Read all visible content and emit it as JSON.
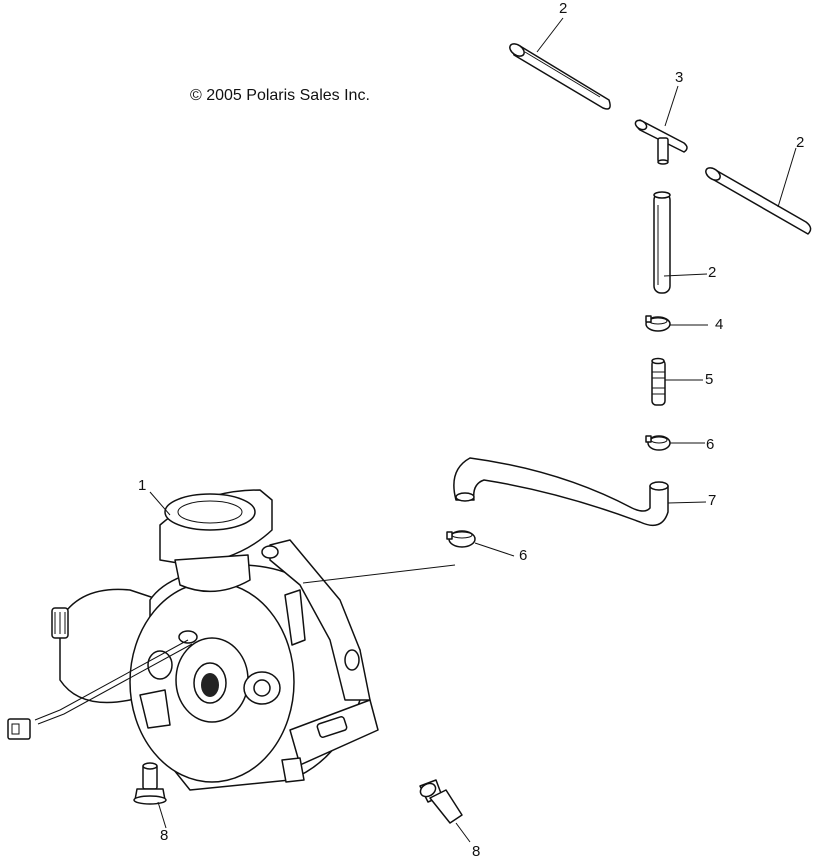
{
  "copyright": "© 2005 Polaris Sales Inc.",
  "callouts": {
    "c1": "1",
    "c2a": "2",
    "c2b": "2",
    "c2c": "2",
    "c3": "3",
    "c4": "4",
    "c5": "5",
    "c6a": "6",
    "c6b": "6",
    "c7": "7",
    "c8a": "8",
    "c8b": "8"
  }
}
